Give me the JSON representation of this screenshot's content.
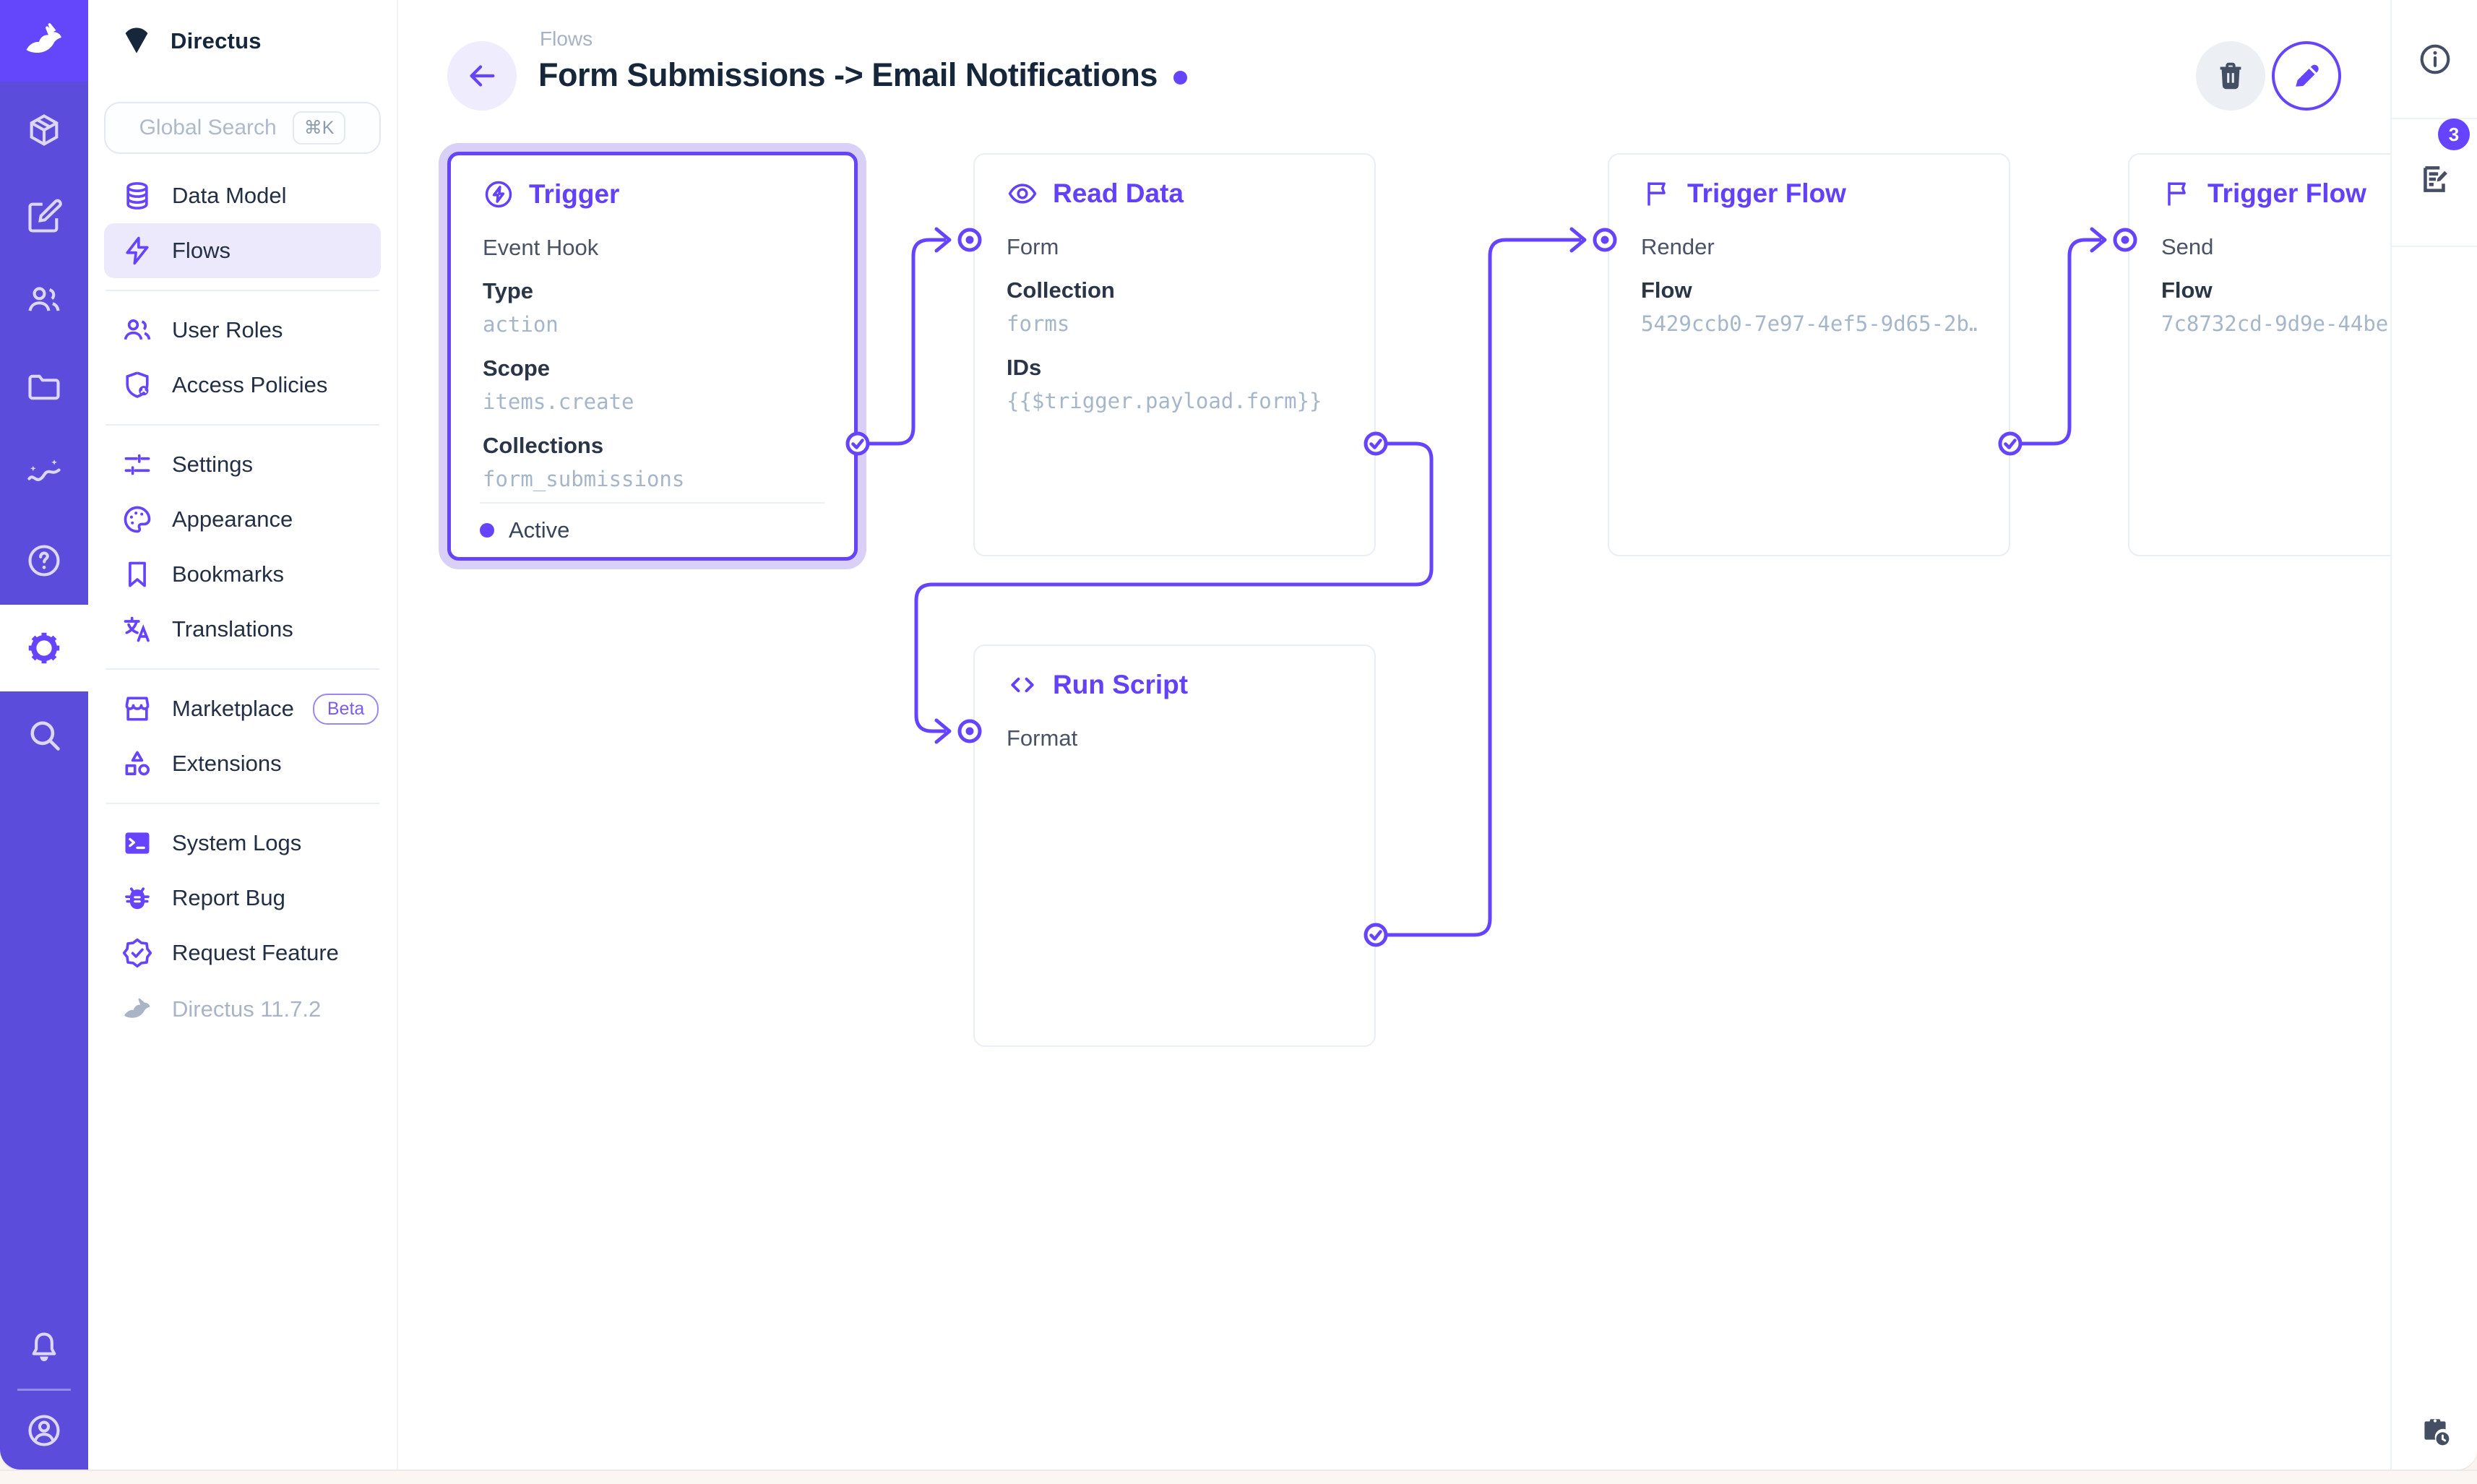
{
  "theme": {
    "accent": "#6644FF",
    "module_bar": "#5C4CDB",
    "logo_background": "#6446FB",
    "selected_glow": "#D9D0F8",
    "muted_mono": "#A5B6CB"
  },
  "app": {
    "project_name": "Directus",
    "version": "Directus 11.7.2"
  },
  "module_bar": {
    "modules": [
      {
        "icon": "cube-module-icon"
      },
      {
        "icon": "edit-module-icon"
      },
      {
        "icon": "users-module-icon"
      },
      {
        "icon": "files-module-icon"
      },
      {
        "icon": "insights-module-icon"
      },
      {
        "icon": "help-module-icon"
      },
      {
        "icon": "settings-module-icon",
        "active": true
      },
      {
        "icon": "search-module-icon"
      }
    ],
    "bottom": [
      {
        "icon": "bell-icon"
      },
      {
        "icon": "account-icon"
      }
    ]
  },
  "sidebar": {
    "search": {
      "placeholder": "Global Search",
      "shortcut": "⌘K"
    },
    "items": [
      {
        "label": "Data Model"
      },
      {
        "label": "Flows",
        "active": true
      },
      {
        "label": "User Roles"
      },
      {
        "label": "Access Policies"
      },
      {
        "label": "Settings"
      },
      {
        "label": "Appearance"
      },
      {
        "label": "Bookmarks"
      },
      {
        "label": "Translations"
      },
      {
        "label": "Marketplace",
        "badge": "Beta"
      },
      {
        "label": "Extensions"
      },
      {
        "label": "System Logs"
      },
      {
        "label": "Report Bug"
      },
      {
        "label": "Request Feature"
      }
    ]
  },
  "header": {
    "breadcrumb": "Flows",
    "title": "Form Submissions -> Email Notifications"
  },
  "panels": {
    "trigger": {
      "title": "Trigger",
      "subtitle": "Event Hook",
      "fields": [
        {
          "label": "Type",
          "value": "action"
        },
        {
          "label": "Scope",
          "value": "items.create"
        },
        {
          "label": "Collections",
          "value": "form_submissions"
        }
      ],
      "status": "Active"
    },
    "read_data": {
      "title": "Read Data",
      "input": "Form",
      "fields": [
        {
          "label": "Collection",
          "value": "forms"
        },
        {
          "label": "IDs",
          "value": "{{$trigger.payload.form}}"
        }
      ]
    },
    "run_script": {
      "title": "Run Script",
      "input": "Format"
    },
    "trigger_flow_render": {
      "title": "Trigger Flow",
      "input": "Render",
      "fields": [
        {
          "label": "Flow",
          "value": "5429ccb0-7e97-4ef5-9d65-2b…"
        }
      ]
    },
    "trigger_flow_send": {
      "title": "Trigger Flow",
      "input": "Send",
      "fields": [
        {
          "label": "Flow",
          "value": "7c8732cd-9d9e-44be"
        }
      ]
    }
  },
  "right_sidebar": {
    "logs_badge": "3"
  }
}
